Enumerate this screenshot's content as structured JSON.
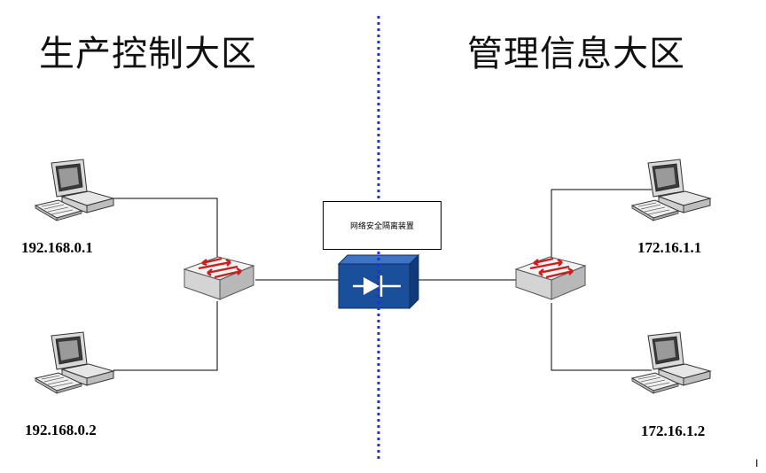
{
  "zones": {
    "left_title": "生产控制大区",
    "right_title": "管理信息大区"
  },
  "hosts": {
    "left_top": "192.168.0.1",
    "left_bottom": "192.168.0.2",
    "right_top": "172.16.1.1",
    "right_bottom": "172.16.1.2"
  },
  "device": {
    "label": "网络安全隔离装置"
  },
  "edge_mark": "I",
  "colors": {
    "boundary_line": "#1f2fd6",
    "device_blue": "#1a4f9c",
    "switch_gray": "#cfcfcf",
    "arrow_red": "#c8201c"
  },
  "icons": [
    "computer-icon",
    "switch-icon",
    "isolation-device-icon"
  ]
}
